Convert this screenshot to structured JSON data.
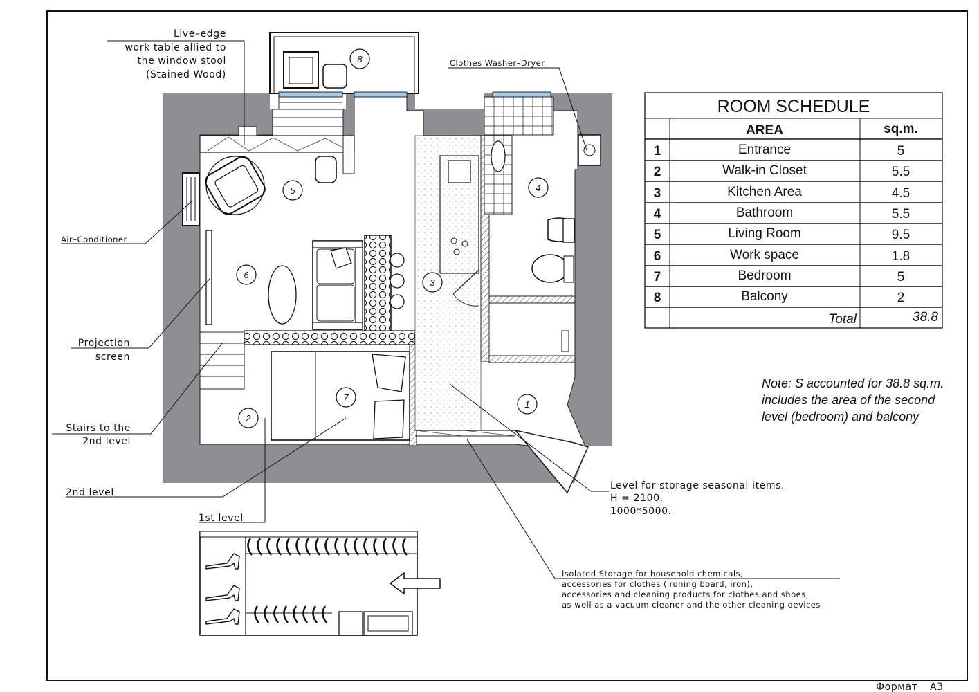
{
  "labels": {
    "live_edge": [
      "Live–edge",
      "work table allied to",
      "the window stool",
      "(Stained Wood)"
    ],
    "washer": "Clothes Washer–Dryer",
    "ac": "Air–Conditioner",
    "projection": [
      "Projection",
      "screen"
    ],
    "stairs": [
      "Stairs to the",
      "2nd level"
    ],
    "second_level": "2nd level",
    "first_level": "1st level",
    "storage_level": [
      "Level for storage seasonal items.",
      "H = 2100.",
      "1000*5000."
    ],
    "isolated": [
      "Isolated Storage for household chemicals,",
      "accessories for clothes (ironing board, iron),",
      "accessories and cleaning products for clothes and shoes,",
      "as well as a vacuum cleaner and the other cleaning devices"
    ]
  },
  "room_numbers": [
    "1",
    "2",
    "3",
    "4",
    "5",
    "6",
    "7",
    "8"
  ],
  "schedule": {
    "title": "ROOM SCHEDULE",
    "col_area": "AREA",
    "col_sqm": "sq.m.",
    "rows": [
      {
        "n": "1",
        "area": "Entrance",
        "sqm": "5"
      },
      {
        "n": "2",
        "area": "Walk-in Closet",
        "sqm": "5.5"
      },
      {
        "n": "3",
        "area": "Kitchen Area",
        "sqm": "4.5"
      },
      {
        "n": "4",
        "area": "Bathroom",
        "sqm": "5.5"
      },
      {
        "n": "5",
        "area": "Living Room",
        "sqm": "9.5"
      },
      {
        "n": "6",
        "area": "Work space",
        "sqm": "1.8"
      },
      {
        "n": "7",
        "area": "Bedroom",
        "sqm": "5"
      },
      {
        "n": "8",
        "area": "Balcony",
        "sqm": "2"
      }
    ],
    "total_label": "Total",
    "total_value": "38.8"
  },
  "note": [
    "Note: S accounted for 38.8 sq.m.",
    "includes the area of the second",
    "level (bedroom) and balcony"
  ],
  "footer": {
    "format": "Формат",
    "size": "А3"
  },
  "colors": {
    "wall": "#8f8f93",
    "window": "#a9cbe6",
    "ink": "#111111"
  }
}
